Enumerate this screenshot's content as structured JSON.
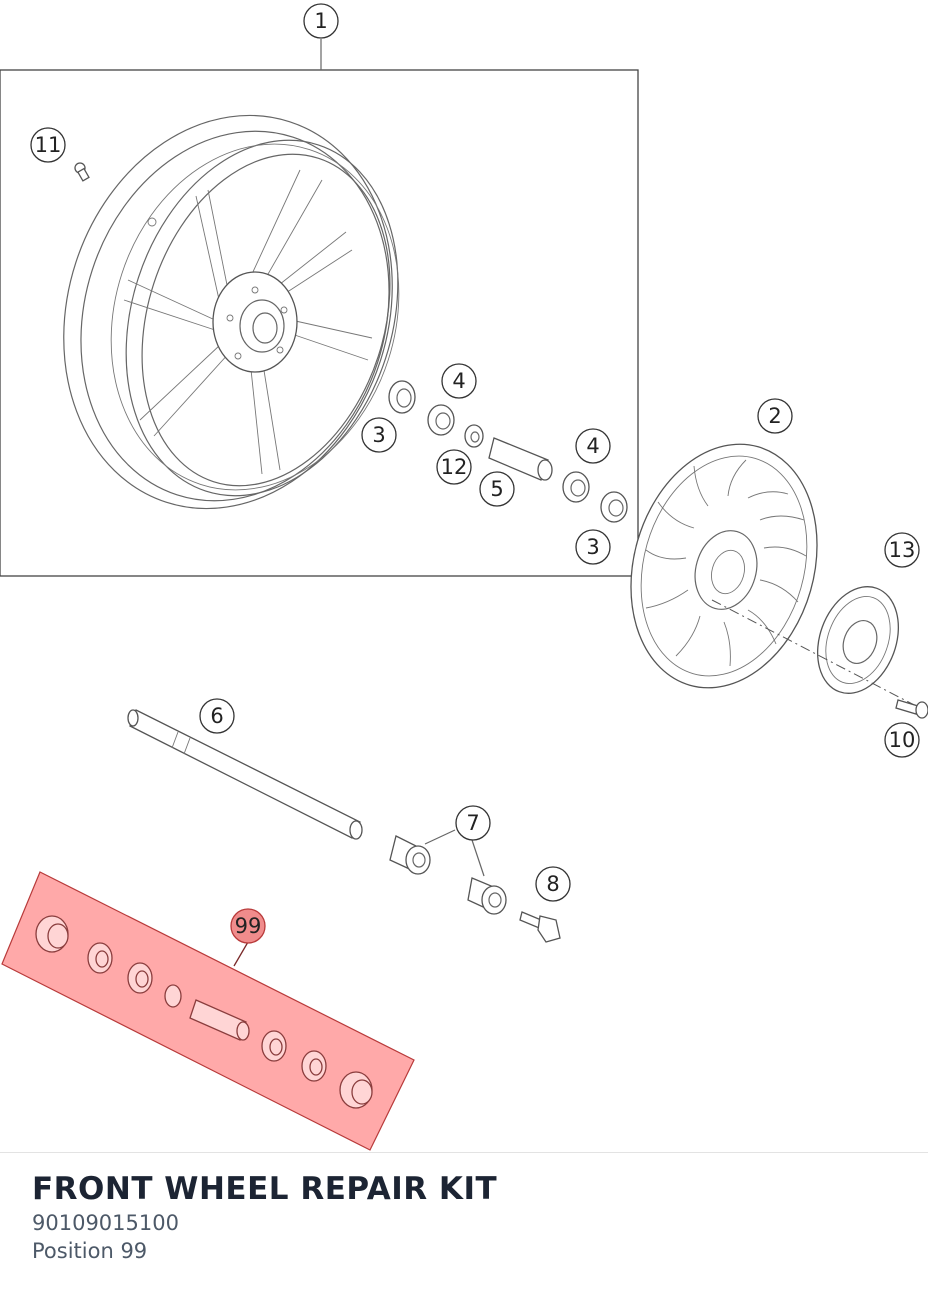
{
  "diagram": {
    "callouts": [
      "1",
      "11",
      "4",
      "3",
      "12",
      "5",
      "4",
      "3",
      "2",
      "13",
      "10",
      "6",
      "7",
      "8",
      "99"
    ],
    "highlighted_callout": "99",
    "colors": {
      "highlight_fill": "#ff9a9a",
      "highlight_stroke": "#b83a3a",
      "line": "#666666"
    }
  },
  "part": {
    "title": "FRONT WHEEL REPAIR KIT",
    "number": "90109015100",
    "position": "Position 99"
  }
}
